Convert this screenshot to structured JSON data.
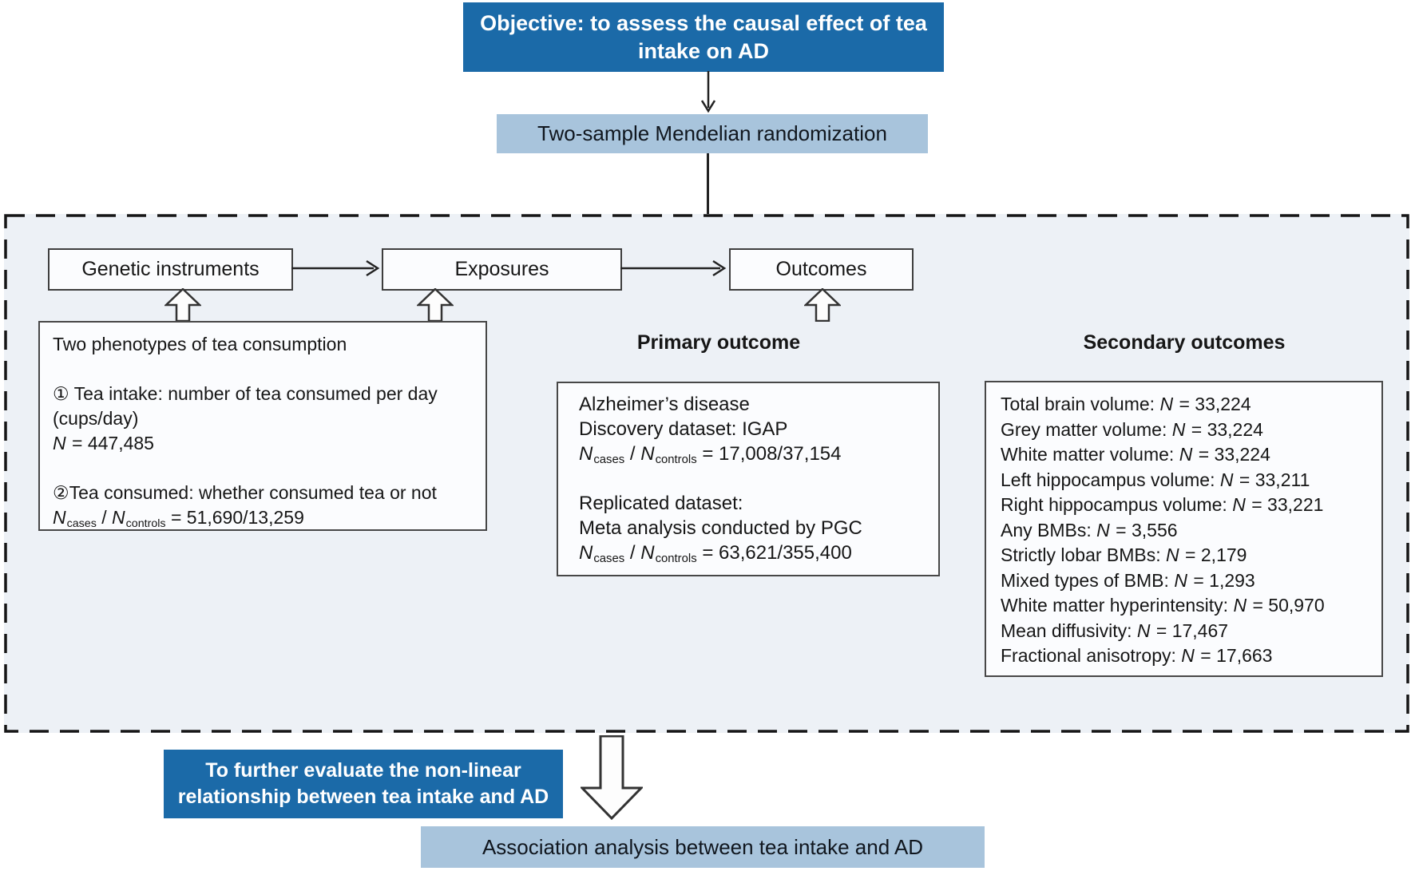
{
  "palette": {
    "dark_blue": "#1b6aa8",
    "light_blue": "#a8c4dc",
    "panel_bg": "#edf1f6",
    "box_border": "#474747",
    "text": "#161616"
  },
  "top_flow": {
    "objective_label": "Objective: to assess the causal effect of tea intake on AD",
    "method_label": "Two-sample Mendelian randomization"
  },
  "pipeline_row": {
    "genetic_instruments_label": "Genetic instruments",
    "exposures_label": "Exposures",
    "outcomes_label": "Outcomes"
  },
  "phenotypes_box": {
    "lines": [
      "Two phenotypes of tea consumption",
      "",
      "① Tea intake: number of tea consumed per day (cups/day)",
      "*N* = 447,485",
      "",
      "②Tea consumed: whether consumed tea or not",
      "*N*_cases_ / *N*_controls_ = 51,690/13,259"
    ]
  },
  "primary_outcome": {
    "heading": "Primary outcome",
    "lines": [
      "Alzheimer’s disease",
      "Discovery dataset: IGAP",
      "*N*_cases_ / *N*_controls_ = 17,008/37,154",
      "",
      "Replicated dataset:",
      "Meta analysis conducted by PGC",
      "*N*_cases_ / *N*_controls_ = 63,621/355,400"
    ]
  },
  "secondary_outcomes": {
    "heading": "Secondary outcomes",
    "lines": [
      "Total brain volume: *N* = 33,224",
      "Grey matter volume: *N* = 33,224",
      "White matter volume: *N* = 33,224",
      "Left hippocampus volume: *N* = 33,211",
      "Right hippocampus volume: *N* = 33,221",
      "Any BMBs: *N* = 3,556",
      "Strictly lobar BMBs: *N* = 2,179",
      "Mixed types of BMB: *N* = 1,293",
      "White matter hyperintensity: *N* = 50,970",
      "Mean diffusivity: *N* = 17,467",
      "Fractional anisotropy: *N* = 17,663"
    ]
  },
  "bottom_flow": {
    "nonlinear_label": "To further evaluate the non-linear relationship between tea intake and AD",
    "association_label": "Association analysis between tea intake and AD"
  }
}
